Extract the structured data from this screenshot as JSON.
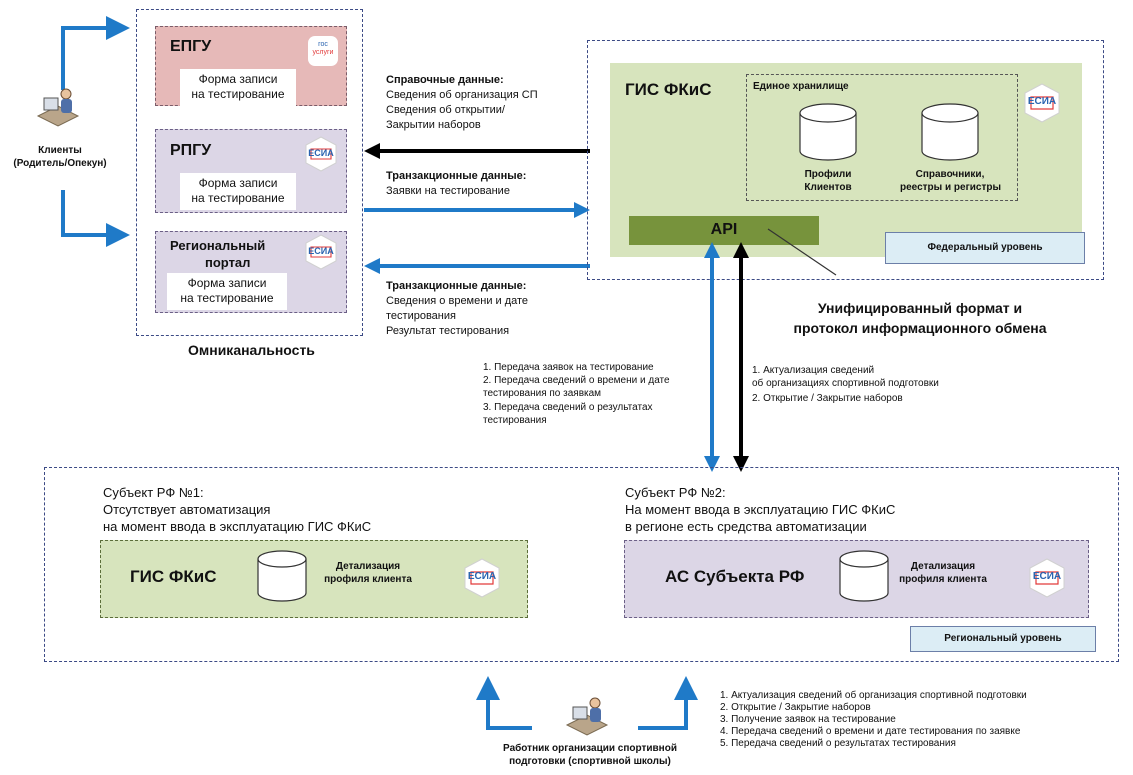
{
  "colors": {
    "blue_arrow": "#1f7ac8",
    "black_arrow": "#000000",
    "green_panel": "#d7e4bd",
    "api_bar": "#77933c",
    "pink_panel": "#e6b9b8",
    "lavender_panel": "#dcd6e6",
    "level_badge": "#dcedf5",
    "dashed_border": "#3c4a85",
    "esia_red": "#e23b3b",
    "esia_blue": "#2a64b0"
  },
  "icons": [
    "esia-logo",
    "gosuslugi-logo",
    "user-at-computer-icon",
    "database-cylinder-icon"
  ],
  "clients": {
    "label_line1": "Клиенты",
    "label_line2": "(Родитель/Опекун)"
  },
  "portals": {
    "epgu": {
      "title": "ЕПГУ",
      "form_line1": "Форма записи",
      "form_line2": "на тестирование",
      "logo_line1": "гос",
      "logo_line2": "услуги"
    },
    "rpgu": {
      "title": "РПГУ",
      "form_line1": "Форма записи",
      "form_line2": "на тестирование"
    },
    "regional": {
      "title_line1": "Региональный",
      "title_line2": "портал",
      "form_line1": "Форма записи",
      "form_line2": "на тестирование"
    },
    "caption": "Омниканальность"
  },
  "esia_label": "ЕСИА",
  "messages": {
    "reference": {
      "title": "Справочные данные:",
      "line1": "Сведения об организация СП",
      "line2": "Сведения об открытии/",
      "line3": "Закрытии наборов"
    },
    "transaction1": {
      "title": "Транзакционные данные:",
      "line1": "Заявки на тестирование"
    },
    "transaction2": {
      "title": "Транзакционные данные:",
      "line1": "Сведения о времени и дате",
      "line2": "тестирования",
      "line3": "Результат тестирования"
    }
  },
  "federal": {
    "title": "ГИС ФКиС",
    "storage_title": "Единое хранилище",
    "db1_line1": "Профили",
    "db1_line2": "Клиентов",
    "db2_line1": "Справочники,",
    "db2_line2": "реестры и регистры",
    "api": "API",
    "level": "Федеральный уровень"
  },
  "unified": {
    "line1": "Унифицированный формат и",
    "line2": "протокол информационного обмена"
  },
  "flow_left": {
    "item1": "1. Передача заявок на тестирование",
    "item2": "2. Передача сведений о времени и дате",
    "item2b": "тестирования по заявкам",
    "item3": "3. Передача сведений о результатах",
    "item3b": "тестирования"
  },
  "flow_right": {
    "item1": "1. Актуализация сведений",
    "item1b": "об организациях спортивной подготовки",
    "item2": "2. Открытие / Закрытие наборов"
  },
  "regional": {
    "subject1": {
      "line1": "Субъект РФ №1:",
      "line2": "Отсутствует автоматизация",
      "line3": "на момент ввода в эксплуатацию ГИС ФКиС",
      "system": "ГИС ФКиС",
      "detail_line1": "Детализация",
      "detail_line2": "профиля клиента"
    },
    "subject2": {
      "line1": "Субъект РФ №2:",
      "line2": "На момент ввода в эксплуатацию ГИС ФКиС",
      "line3": "в регионе есть средства автоматизации",
      "system": "АС Субъекта РФ",
      "detail_line1": "Детализация",
      "detail_line2": "профиля клиента"
    },
    "level": "Региональный уровень"
  },
  "worker": {
    "label_line1": "Работник организации спортивной",
    "label_line2": "подготовки (спортивной школы)",
    "items": [
      "1. Актуализация сведений об организация спортивной подготовки",
      "2. Открытие / Закрытие наборов",
      "3. Получение заявок на тестирование",
      "4. Передача сведений о времени и дате тестирования по заявке",
      "5. Передача сведений о результатах тестирования"
    ]
  }
}
